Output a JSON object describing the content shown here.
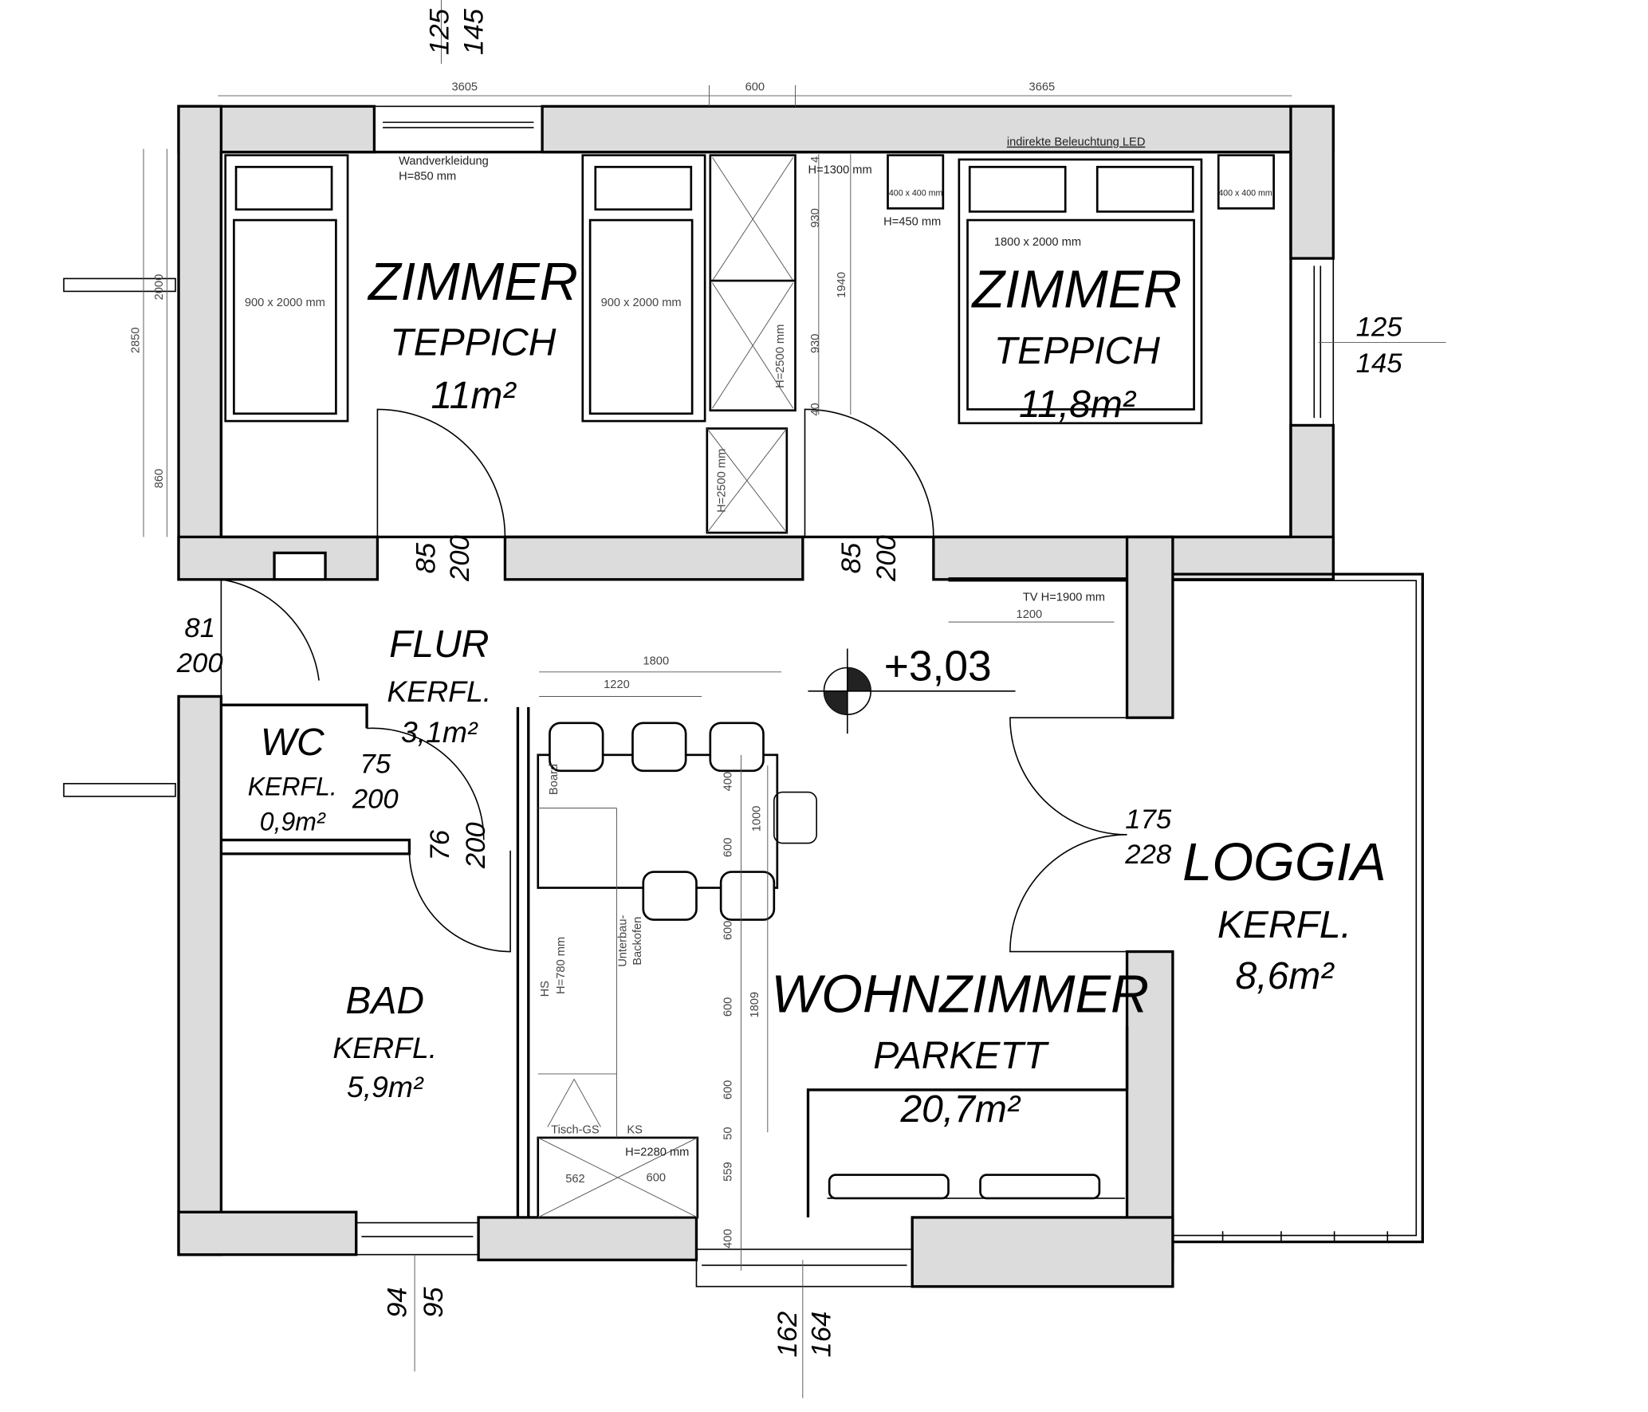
{
  "rooms": {
    "zimmer1": {
      "name": "ZIMMER",
      "floor": "TEPPICH",
      "area": "11m²"
    },
    "zimmer2": {
      "name": "ZIMMER",
      "floor": "TEPPICH",
      "area": "11,8m²"
    },
    "flur": {
      "name": "FLUR",
      "floor": "KERFL.",
      "area": "3,1m²"
    },
    "wc": {
      "name": "WC",
      "floor": "KERFL.",
      "area": "0,9m²"
    },
    "bad": {
      "name": "BAD",
      "floor": "KERFL.",
      "area": "5,9m²"
    },
    "wohnzimmer": {
      "name": "WOHNZIMMER",
      "floor": "PARKETT",
      "area": "20,7m²"
    },
    "loggia": {
      "name": "LOGGIA",
      "floor": "KERFL.",
      "area": "8,6m²"
    }
  },
  "elevation": "+3,03",
  "openings": {
    "window_top": {
      "w": "125",
      "h": "145"
    },
    "window_right": {
      "w": "125",
      "h": "145"
    },
    "door_zimmer1": {
      "w": "85",
      "h": "200"
    },
    "door_zimmer2": {
      "w": "85",
      "h": "200"
    },
    "door_entry": {
      "w": "81",
      "h": "200"
    },
    "door_wc": {
      "w": "75",
      "h": "200"
    },
    "door_bad": {
      "w": "76",
      "h": "200"
    },
    "door_loggia": {
      "w": "175",
      "h": "228"
    },
    "window_bad": {
      "w": "94",
      "h": "95"
    },
    "window_kitchen": {
      "w": "162",
      "h": "164"
    }
  },
  "dimensions": {
    "top_left": "3605",
    "top_mid": "600",
    "top_right": "3665",
    "left_total": "2850",
    "left_upper": "2000",
    "left_lower": "860",
    "wardrobe_1": "930",
    "wardrobe_2": "930",
    "wardrobe_total": "1940",
    "wardrobe_gap_top": "4",
    "wardrobe_gap_bottom": "40",
    "table_total": "1800",
    "table_part": "1220",
    "tv_width": "1200",
    "k1": "400",
    "k2": "1000",
    "k3": "600",
    "k4": "600",
    "k_total": "1809",
    "k5": "600",
    "k6": "600",
    "k7": "50",
    "k8": "559",
    "k9": "400",
    "cab1": "562",
    "cab2": "600"
  },
  "annotations": {
    "wall_cladding": "Wandverkleidung",
    "wall_cladding_h": "H=850 mm",
    "led": "indirekte Beleuchtung LED",
    "shelf_h": "H=1300 mm",
    "nightstand1": "400 x 400 mm",
    "nightstand2": "400 x 400 mm",
    "nightstand_h": "H=450 mm",
    "double_bed": "1800 x 2000 mm",
    "bed1": "900 x 2000 mm",
    "bed2": "900 x 2000 mm",
    "wardrobe_h1": "H=2500 mm",
    "wardrobe_h2": "H=2500 mm",
    "board": "Board",
    "hs": "HS",
    "hs_h": "H=780 mm",
    "oven1": "Unterbau-",
    "oven2": "Backofen",
    "dishwasher": "Tisch-GS",
    "fridge": "KS",
    "fridge_h": "H=2280 mm",
    "tv": "TV  H=1900 mm"
  }
}
